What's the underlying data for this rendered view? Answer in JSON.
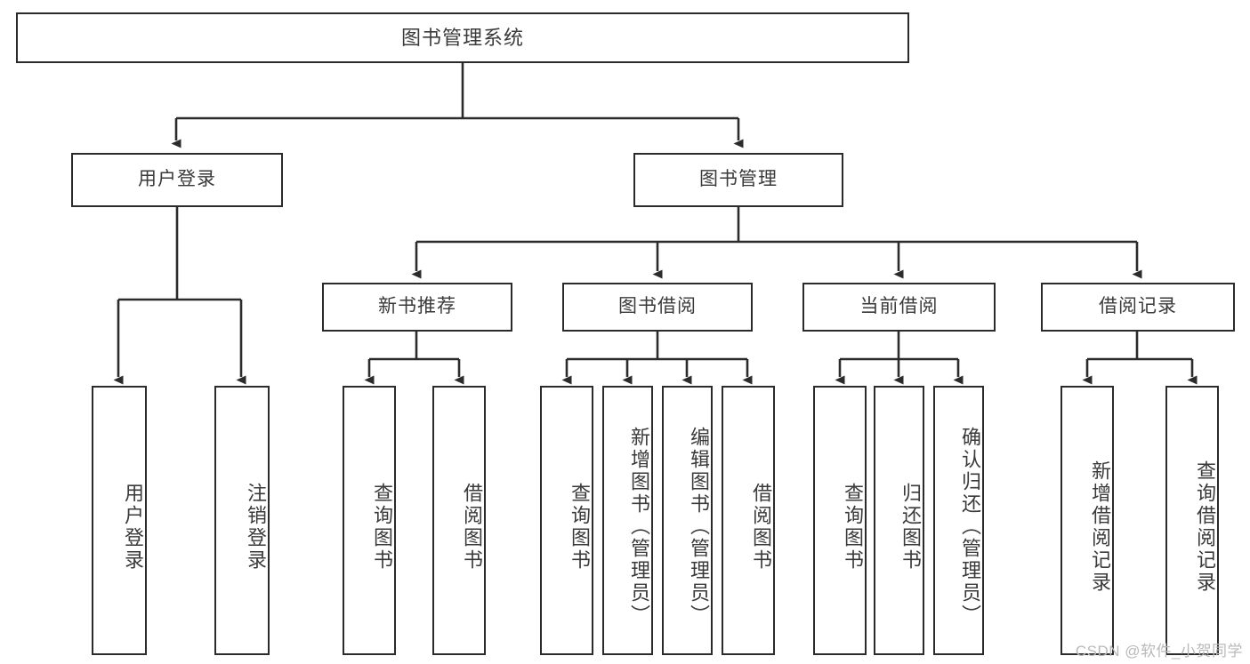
{
  "diagram": {
    "type": "tree-hierarchy",
    "title": "图书管理系统",
    "style": {
      "box_border": "#2b2b2b",
      "box_fill": "#ffffff",
      "text": "#3a3a3a",
      "wire": "#2b2b2b",
      "background": "#ffffff"
    },
    "levels": {
      "level1": [
        {
          "id": "root",
          "label": "图书管理系统"
        }
      ],
      "level2": [
        {
          "id": "user-login",
          "label": "用户登录"
        },
        {
          "id": "book-manage",
          "label": "图书管理"
        }
      ],
      "level3": [
        {
          "id": "new-book-rec",
          "label": "新书推荐"
        },
        {
          "id": "book-borrow",
          "label": "图书借阅"
        },
        {
          "id": "current-borrow",
          "label": "当前借阅"
        },
        {
          "id": "borrow-record",
          "label": "借阅记录"
        }
      ],
      "level4": [
        {
          "id": "leaf-user-login",
          "label": "用户登录",
          "parent": "user-login"
        },
        {
          "id": "leaf-logout",
          "label": "注销登录",
          "parent": "user-login"
        },
        {
          "id": "leaf-query-book-1",
          "label": "查询图书",
          "parent": "new-book-rec"
        },
        {
          "id": "leaf-borrow-book-1",
          "label": "借阅图书",
          "parent": "new-book-rec"
        },
        {
          "id": "leaf-query-book-2",
          "label": "查询图书",
          "parent": "book-borrow"
        },
        {
          "id": "leaf-add-book",
          "label": "新增图书（管理员）",
          "parent": "book-borrow"
        },
        {
          "id": "leaf-edit-book",
          "label": "编辑图书（管理员）",
          "parent": "book-borrow"
        },
        {
          "id": "leaf-borrow-book-2",
          "label": "借阅图书",
          "parent": "book-borrow"
        },
        {
          "id": "leaf-query-book-3",
          "label": "查询图书",
          "parent": "current-borrow"
        },
        {
          "id": "leaf-return-book",
          "label": "归还图书",
          "parent": "current-borrow"
        },
        {
          "id": "leaf-confirm-return",
          "label": "确认归还（管理员）",
          "parent": "current-borrow"
        },
        {
          "id": "leaf-add-record",
          "label": "新增借阅记录",
          "parent": "borrow-record"
        },
        {
          "id": "leaf-query-record",
          "label": "查询借阅记录",
          "parent": "borrow-record"
        }
      ]
    }
  },
  "watermark": {
    "text": "CSDN @软件_小贺同学"
  }
}
